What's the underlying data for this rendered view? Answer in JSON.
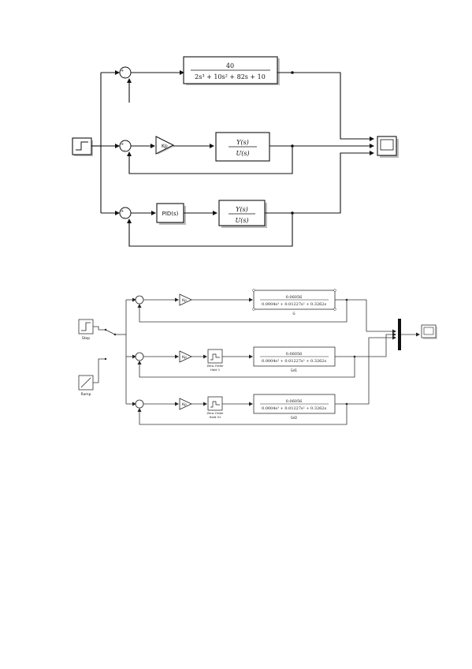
{
  "diagram1": {
    "tf_top": {
      "num": "40",
      "den": "2s³ + 10s² + 82s + 10"
    },
    "gain_mid": "Kp",
    "tf_mid": {
      "num": "Y(s)",
      "den": "U(s)"
    },
    "pid": "PID(s)",
    "tf_bot": {
      "num": "Y(s)",
      "den": "U(s)"
    }
  },
  "diagram2": {
    "step_label": "Step",
    "ramp_label": "Ramp",
    "gain_label": "Kp",
    "zoh1_label_line1": "Zero-Order",
    "zoh1_label_line2": "Hold 1",
    "zoh2_label_line1": "Zero-Order",
    "zoh2_label_line2": "Hold 01",
    "tf_num": "0.06056",
    "tf_den": "0.0004s³ + 0.01227s² + 0.3262s",
    "tf1_label": "G",
    "tf2_label": "Gd1",
    "tf3_label": "Gd2"
  }
}
